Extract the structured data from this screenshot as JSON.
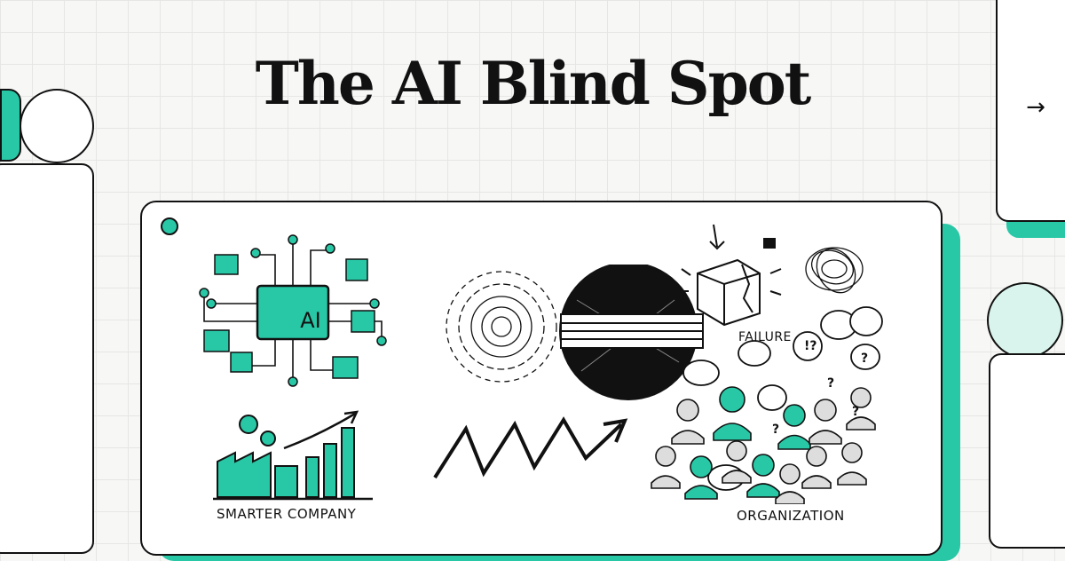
{
  "title": "The AI Blind Spot",
  "panels": {
    "left": {
      "label": "SMARTER COMPANY",
      "chip_text": "AI"
    },
    "right": {
      "label": "ORGANIZATION",
      "failure_text": "FAILURE"
    }
  },
  "navigation": {
    "next_symbol": "→"
  },
  "colors": {
    "accent": "#28c7a6",
    "ink": "#111111",
    "background": "#f7f7f6"
  }
}
